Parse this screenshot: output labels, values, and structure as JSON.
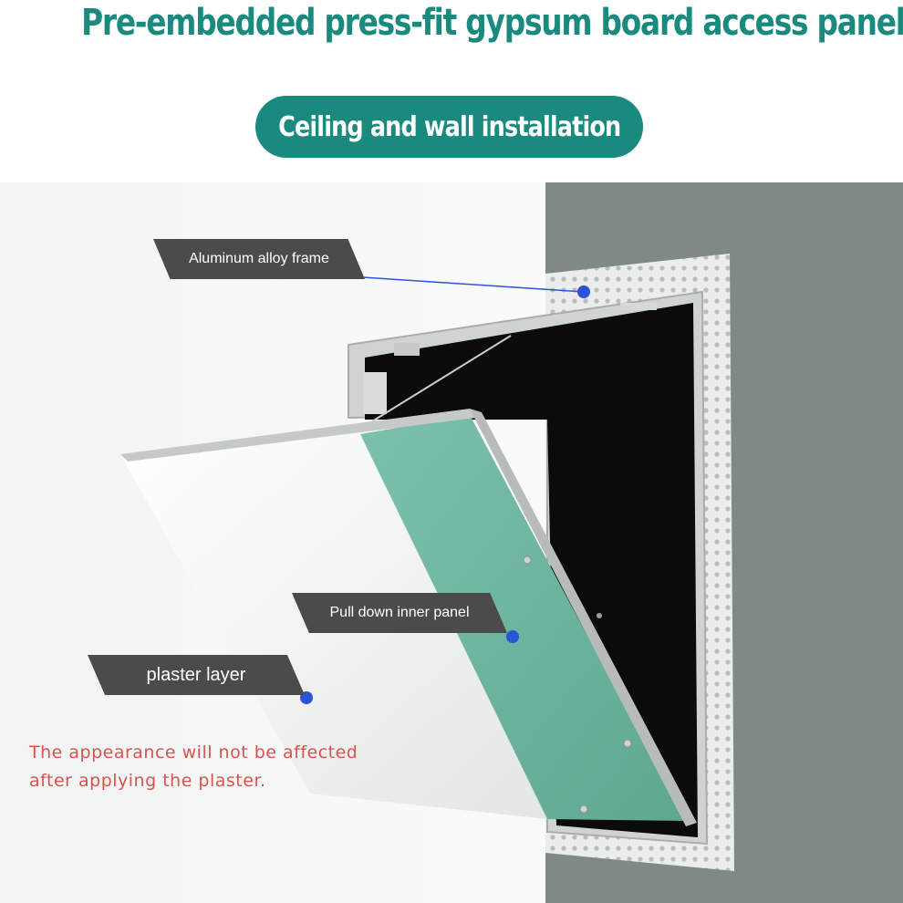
{
  "header": {
    "title": "Pre-embedded press-fit gypsum board access panel",
    "badge": "Ceiling and wall installation"
  },
  "callouts": {
    "frame": "Aluminum alloy frame",
    "inner_panel": "Pull down inner panel",
    "plaster": "plaster layer"
  },
  "note": {
    "line1": "The appearance will not be affected",
    "line2": "after applying the plaster."
  },
  "colors": {
    "accent": "#1a8a7e",
    "label_bg": "#4b4b4b",
    "note_text": "#d9534f",
    "marker": "#2c54d6"
  }
}
